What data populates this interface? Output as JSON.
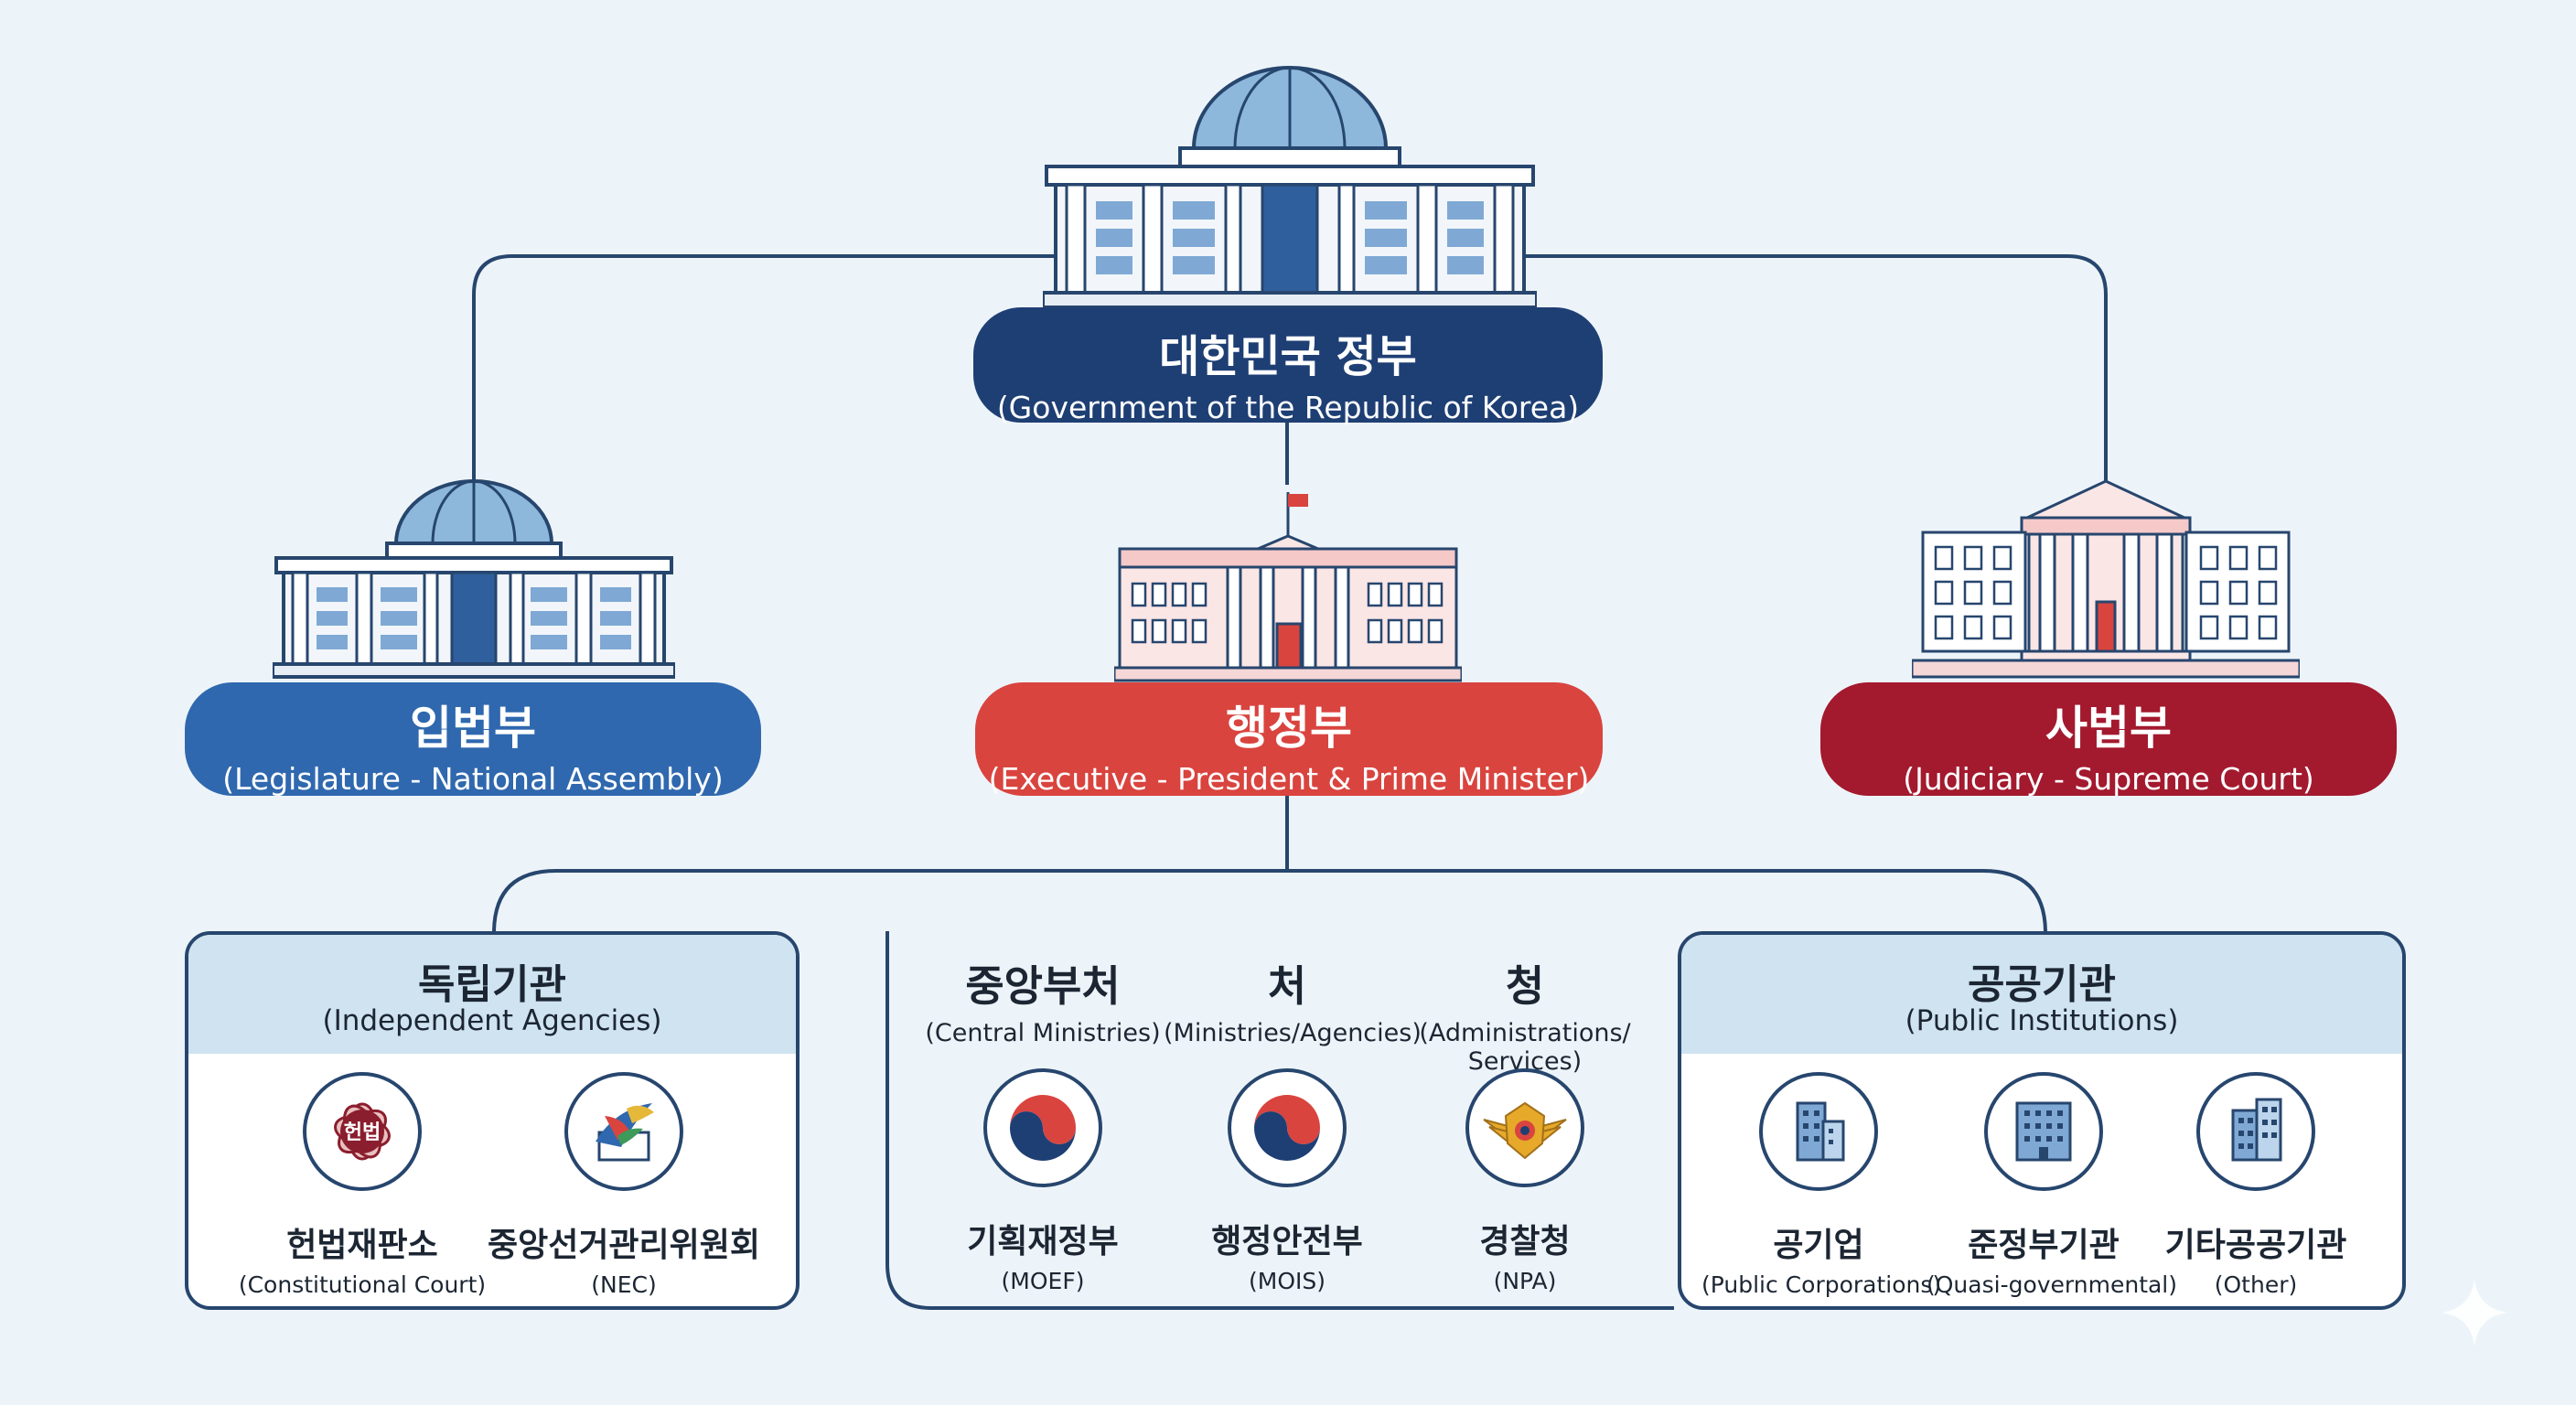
{
  "root": {
    "title": "대한민국 정부",
    "subtitle": "(Government of the Republic of Korea)"
  },
  "branches": {
    "legislature": {
      "title": "입법부",
      "subtitle": "(Legislature - National Assembly)"
    },
    "executive": {
      "title": "행정부",
      "subtitle": "(Executive - President & Prime Minister)"
    },
    "judiciary": {
      "title": "사법부",
      "subtitle": "(Judiciary - Supreme Court)"
    }
  },
  "independent": {
    "title": "독립기관",
    "subtitle": "(Independent Agencies)",
    "items": [
      {
        "title": "헌법재판소",
        "subtitle": "(Constitutional Court)",
        "emblem_text": "헌법",
        "icon": "constitutional-court-emblem"
      },
      {
        "title": "중앙선거관리위원회",
        "subtitle": "(NEC)",
        "icon": "nec-emblem"
      }
    ]
  },
  "ministries": {
    "columns": [
      {
        "title": "중앙부처",
        "subtitle": "(Central Ministries)"
      },
      {
        "title": "처",
        "subtitle": "(Ministries/Agencies)"
      },
      {
        "title": "청",
        "subtitle": "(Administrations/ Services)"
      }
    ],
    "items": [
      {
        "title": "기획재정부",
        "subtitle": "(MOEF)",
        "icon": "taegeuk-icon"
      },
      {
        "title": "행정안전부",
        "subtitle": "(MOIS)",
        "icon": "taegeuk-icon"
      },
      {
        "title": "경찰청",
        "subtitle": "(NPA)",
        "icon": "police-emblem"
      }
    ]
  },
  "public": {
    "title": "공공기관",
    "subtitle": "(Public Institutions)",
    "items": [
      {
        "title": "공기업",
        "subtitle": "(Public Corporations)",
        "icon": "building-icon"
      },
      {
        "title": "준정부기관",
        "subtitle": "(Quasi-governmental)",
        "icon": "building-icon"
      },
      {
        "title": "기타공공기관",
        "subtitle": "(Other)",
        "icon": "building-icon"
      }
    ]
  },
  "colors": {
    "navy": "#1e3f74",
    "legislature": "#2f68ae",
    "executive": "#d9443f",
    "judiciary": "#a3192e",
    "panel_border": "#27466e",
    "panel_header": "#cfe3f0"
  }
}
